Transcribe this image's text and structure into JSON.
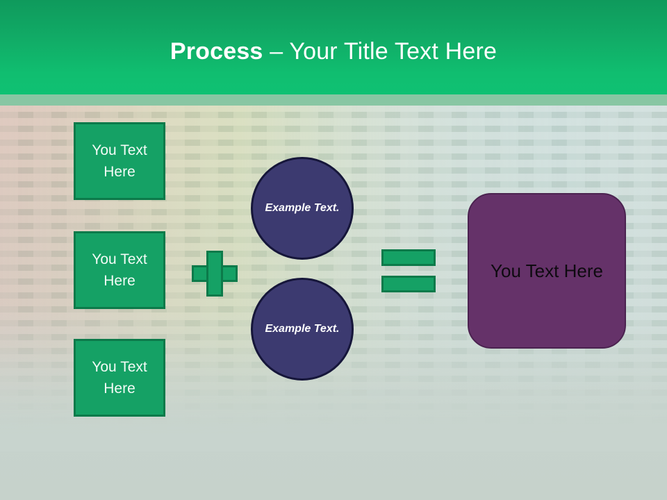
{
  "slide": {
    "title_strong": "Process",
    "title_rest": " – Your Title Text Here"
  },
  "diagram": {
    "inputs": [
      {
        "label": "You Text Here"
      },
      {
        "label": "You Text Here"
      },
      {
        "label": "You Text Here"
      }
    ],
    "operator_plus": "+",
    "circles": [
      {
        "label": "Example Text."
      },
      {
        "label": "Example Text."
      }
    ],
    "operator_equals": "=",
    "result": {
      "label": "You Text Here"
    }
  },
  "colors": {
    "header_green_top": "#0f9a5c",
    "header_green_bottom": "#0fc173",
    "header_underband": "#88c6a3",
    "box_green_fill": "#15a165",
    "box_green_border": "#0c7a4a",
    "circle_navy_fill": "#3c3a70",
    "circle_navy_border": "#16163a",
    "result_purple_fill": "#653269",
    "result_purple_border": "#4b2350",
    "background_base": "#c8d4ce",
    "title_text": "#ffffff",
    "result_text": "#0e0a10"
  }
}
